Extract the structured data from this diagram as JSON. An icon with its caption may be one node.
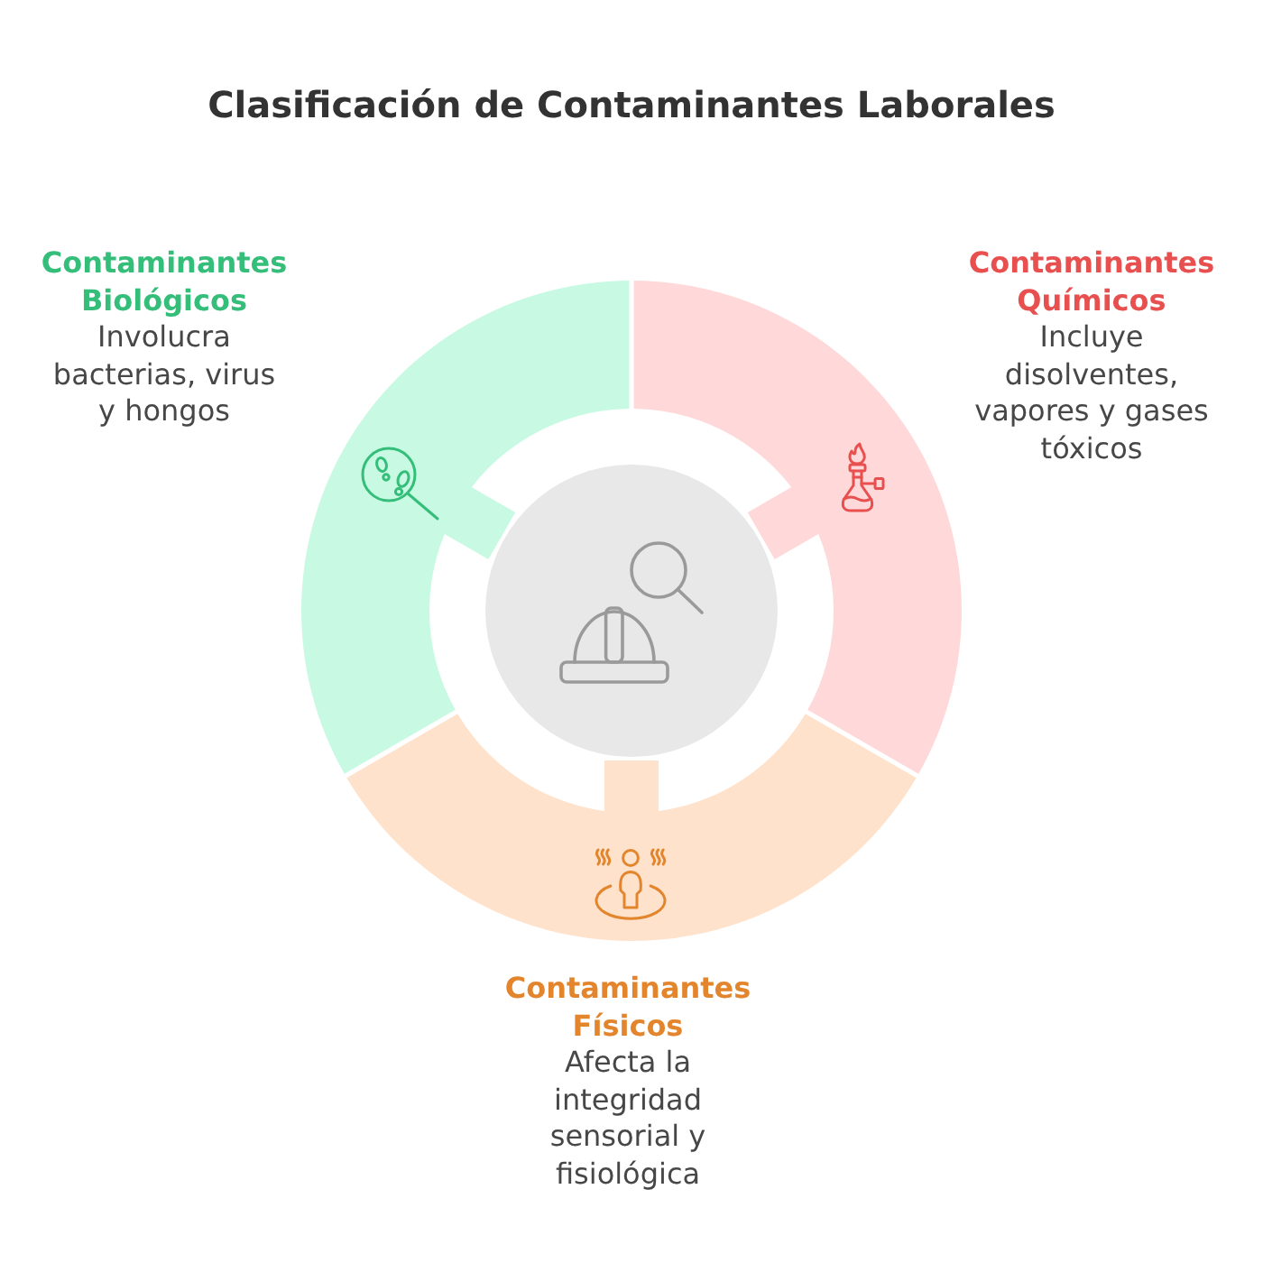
{
  "diagram": {
    "title": "Clasificación de Contaminantes Laborales",
    "nodes": [
      {
        "text": [
          "Contaminantes Biológicos",
          "Involucra bacterias, virus y hongos"
        ]
      },
      {
        "text": [
          "Contaminantes Químicos",
          "Incluye disolventes, vapores y gases tóxicos"
        ]
      },
      {
        "text": [],
        "shape": "circle"
      },
      {
        "text": [
          "Contaminantes Físicos",
          "Afecta la integridad sensorial y fisiológica"
        ]
      }
    ]
  }
}
